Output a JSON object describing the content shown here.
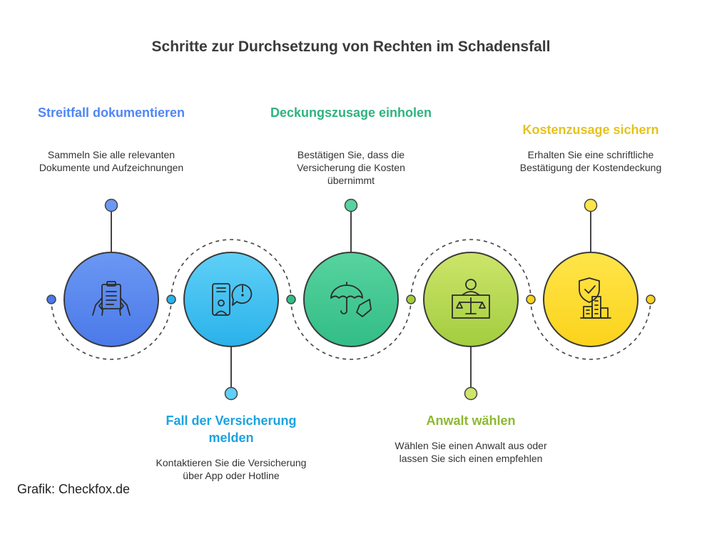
{
  "title": "Schritte zur Durchsetzung von Rechten im Schadensfall",
  "credit": "Grafik: Checkfox.de",
  "steps": [
    {
      "title": "Streitfall dokumentieren",
      "description": "Sammeln Sie alle relevanten Dokumente und Aufzeichnungen",
      "icon": "clipboard-in-hands-icon",
      "color": "#4f86f7",
      "gradient": [
        "#6b98f3",
        "#4b79e9"
      ]
    },
    {
      "title": "Fall der Versicherung melden",
      "description": "Kontaktieren Sie die Versicherung über App oder Hotline",
      "icon": "phone-alert-icon",
      "color": "#1aa3e0",
      "gradient": [
        "#5fd0f7",
        "#2ab2ea"
      ]
    },
    {
      "title": "Deckungszusage einholen",
      "description": "Bestätigen Sie, dass die Versicherung die Kosten übernimmt",
      "icon": "umbrella-hand-icon",
      "color": "#2fb380",
      "gradient": [
        "#57d39f",
        "#33bd86"
      ]
    },
    {
      "title": "Anwalt wählen",
      "description": "Wählen Sie einen Anwalt aus oder lassen Sie sich einen empfehlen",
      "icon": "lawyer-scales-icon",
      "color": "#8db930",
      "gradient": [
        "#cde56a",
        "#a3cd3f"
      ]
    },
    {
      "title": "Kostenzusage sichern",
      "description": "Erhalten Sie eine schriftliche Bestätigung der Kostendeckung",
      "icon": "shield-building-icon",
      "color": "#e6c21d",
      "gradient": [
        "#ffe54a",
        "#fbd31b"
      ]
    }
  ]
}
